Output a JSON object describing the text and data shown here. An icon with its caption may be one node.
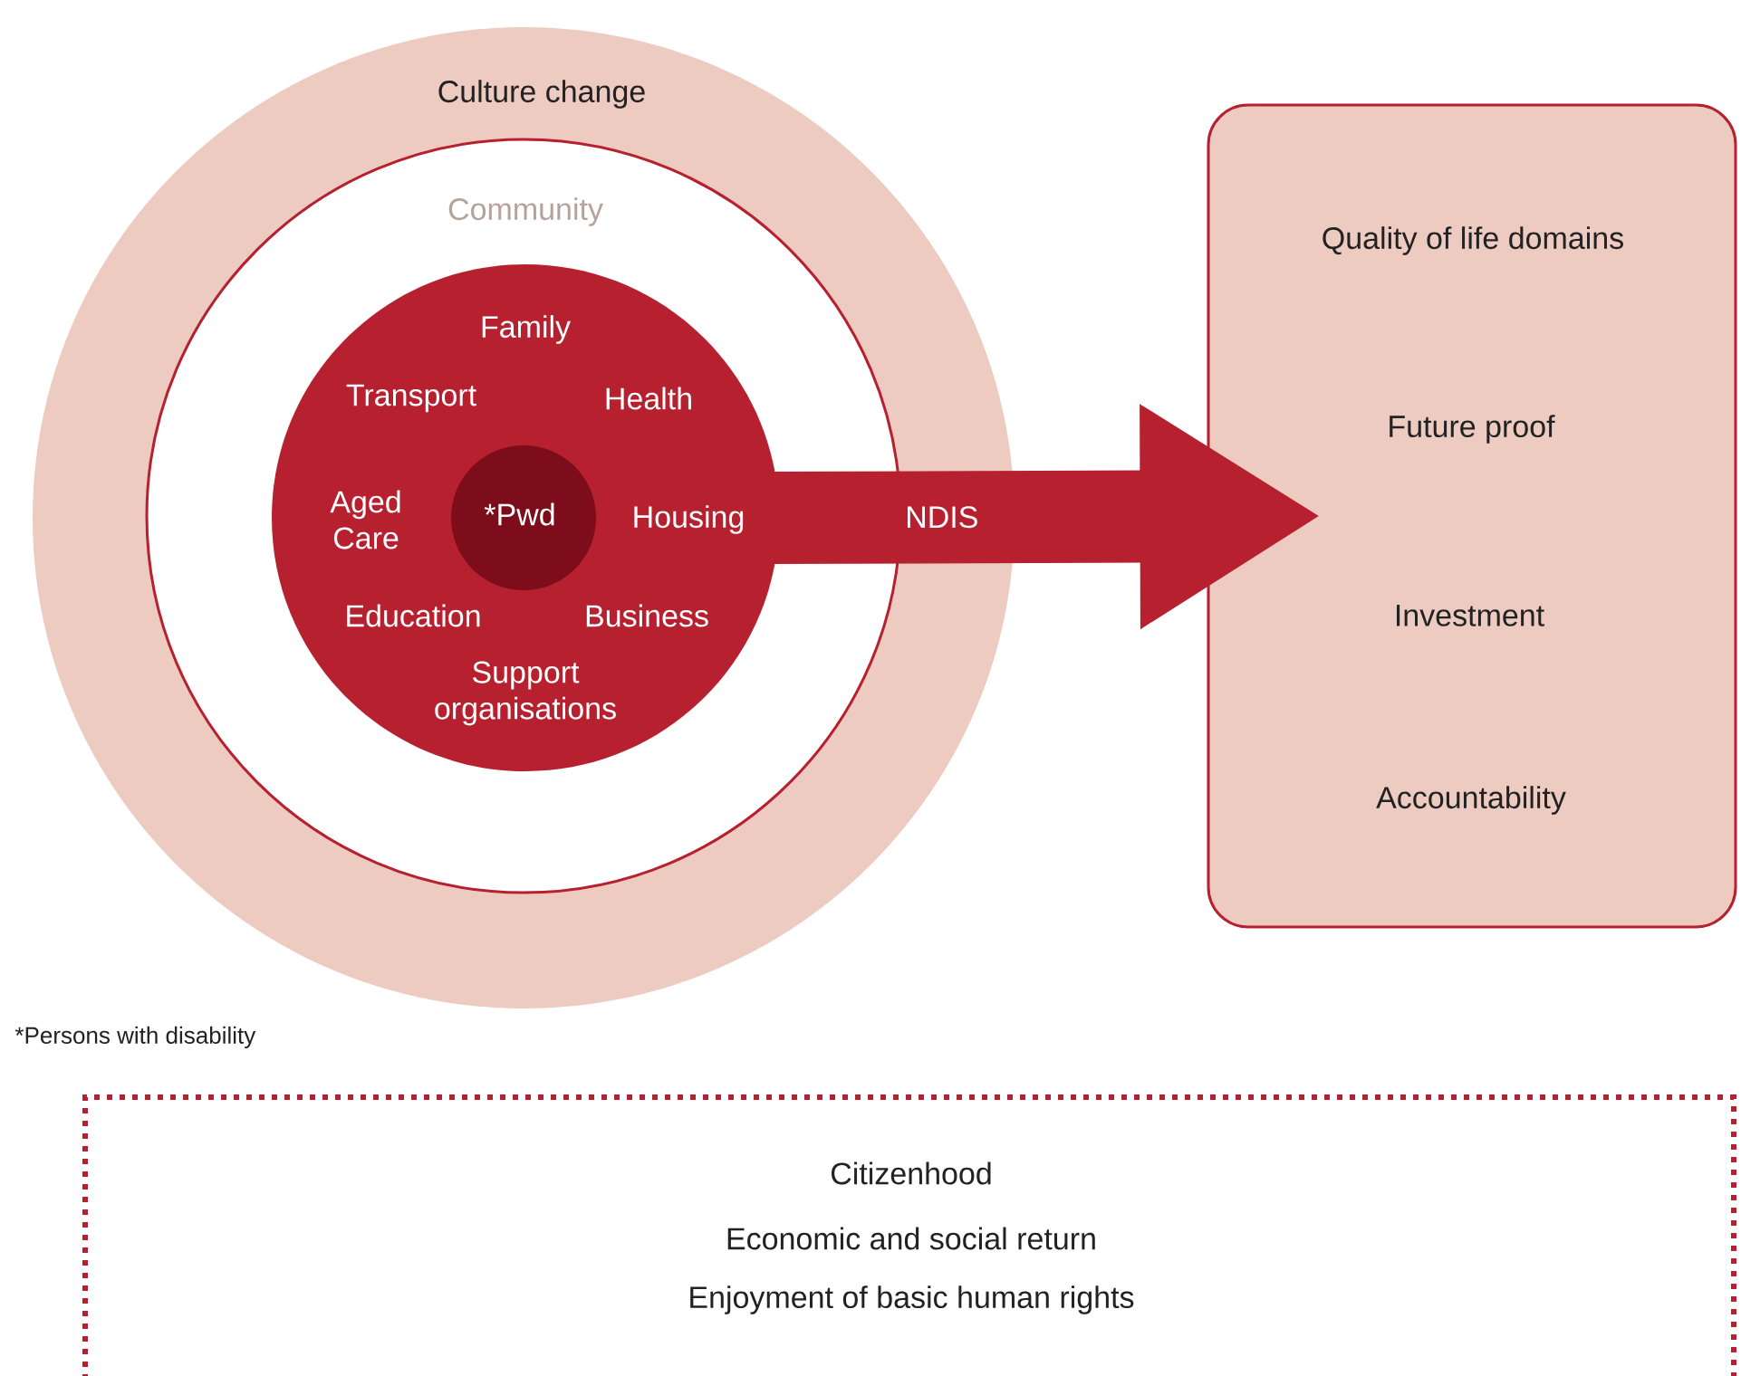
{
  "diagram": {
    "nodes": [
      {
        "text": [
          "Culture change"
        ]
      },
      {
        "text": [
          "Community"
        ],
        "in": 0
      },
      {
        "text": [
          "Family",
          "Transport",
          "Health",
          "Aged Care",
          "Housing",
          "Education",
          "Business",
          "Support organisations"
        ],
        "in": 1
      },
      {
        "text": [
          "*Pwd"
        ],
        "in": 2
      },
      {
        "text": [
          "Quality of life domains",
          "Future proof",
          "Investment",
          "Accountability"
        ]
      },
      {
        "text": [
          "Citizenhood",
          "Economic and social return",
          "Enjoyment of basic human rights"
        ]
      }
    ],
    "edges": [
      {
        "from": 2,
        "to": 4,
        "arrow": "to",
        "label": "NDIS"
      }
    ],
    "labels": [
      "*Persons with disability"
    ]
  }
}
